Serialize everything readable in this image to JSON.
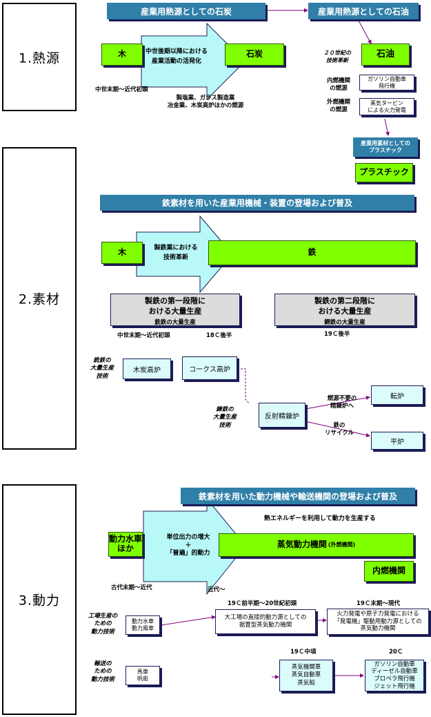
{
  "sections": [
    {
      "label": "1.熱源"
    },
    {
      "label": "2.素材"
    },
    {
      "label": "3.動力"
    }
  ],
  "heat": {
    "banner_coal": "産業用熱源としての石炭",
    "banner_oil": "産業用熱源としての石油",
    "wood": "木",
    "arrow_text": "中世後期以降における\n産業活動の活発化",
    "coal": "石炭",
    "oil": "石油",
    "tech_innovation": "２０世紀の\n技術革新",
    "period": "中世末期～近代初頭",
    "industries": "製塩業、ガラス製造業\n冶金業、木炭高炉ほかの燃源",
    "ice_label": "内燃機関\nの燃源",
    "ice_box": "ガソリン自動車\n飛行機",
    "ece_label": "外燃機関\nの燃源",
    "ece_box": "蒸気タービン\nによる火力発電",
    "plastic_banner": "産業用素材としての\nプラスチック",
    "plastic": "プラスチック"
  },
  "material": {
    "banner": "鉄素材を用いた産業用機械・装置の登場および普及",
    "wood": "木",
    "arrow_text": "製鉄業における\n技術革新",
    "iron": "鉄",
    "stage1_title": "製鉄の第一段階に\nおける大量生産",
    "stage1_sub": "銑鉄の大量生産",
    "stage2_title": "製鉄の第二段階に\nおける大量生産",
    "stage2_sub": "鋼鉄の大量生産",
    "period1": "中世末期～近代初頭",
    "period2": "18Ｃ後半",
    "period3": "19Ｃ後半",
    "pig_label": "銑鉄の\n大量生産\n技術",
    "charcoal_furnace": "木炭高炉",
    "coke_furnace": "コークス高炉",
    "wrought_label": "錬鉄の\n大量生産\n技術",
    "reverb_furnace": "反射精錬炉",
    "fuel_free": "燃源不要の\n精錬炉へ",
    "recycle": "鉄の\nリサイクル",
    "converter": "転炉",
    "open_hearth": "平炉"
  },
  "power": {
    "banner": "鉄素材を用いた動力機械や輸送機関の登場および普及",
    "thermal": "熱エネルギーを利用して動力を生産する",
    "waterwheel": "動力水車\nほか",
    "arrow_text": "単位出力の増大\n＋\n「普遍」的動力",
    "steam": "蒸気動力機関",
    "steam_note": "(外燃機関)",
    "ice": "内燃機関",
    "period_ancient": "古代末期～近代",
    "period_modern": "近代～",
    "prod_label": "工場生産の\nための\n動力技術",
    "prod_box": "動力水車\n動力風車",
    "p_head1": "19Ｃ前半期～20世紀初頭",
    "p_box1": "大工場の直接的動力源としての\n据置型蒸気動力機関",
    "p_head2": "19Ｃ末期～現代",
    "p_box2": "火力発電や原子力発電における\n「発電機」駆動用動力源としての\n蒸気動力機関",
    "trans_label": "輸送の\nための\n動力技術",
    "trans_box": "馬車\n帆船",
    "t_head1": "19Ｃ中頃",
    "t_box1": "蒸気機関車\n蒸気自動車\n蒸気船",
    "t_head2": "20Ｃ",
    "t_box2": "ガソリン自動車\nディーゼル自動車\nプロペラ飛行機\nジェット飛行機"
  },
  "colors": {
    "green": "#80ff00",
    "banner": "#2f7fa8",
    "cyan": "#b8f8f8",
    "shadow": "#1b1b55",
    "line": "#800080"
  }
}
